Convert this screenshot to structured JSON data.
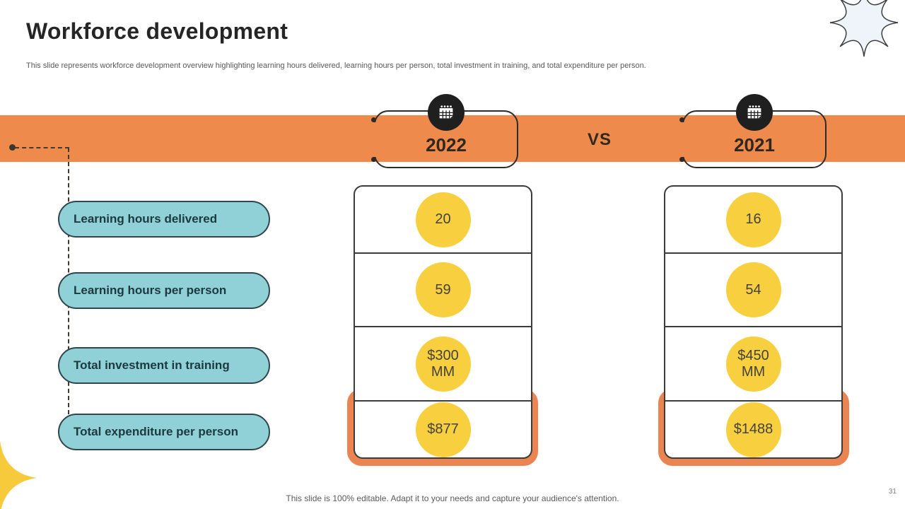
{
  "slide": {
    "title": "Workforce development",
    "subtitle": "This slide represents workforce development overview highlighting learning hours delivered, learning hours per person, total investment in training, and total expenditure per person.",
    "footer": "This slide is 100% editable. Adapt it to your needs and capture your audience's attention.",
    "page_number": "31"
  },
  "comparison": {
    "vs_label": "VS",
    "years": [
      {
        "label": "2022",
        "icon": "calendar-icon"
      },
      {
        "label": "2021",
        "icon": "calendar-icon"
      }
    ],
    "metrics": [
      {
        "label": "Learning hours delivered",
        "y2022": "20",
        "y2021": "16"
      },
      {
        "label": "Learning hours per person",
        "y2022": "59",
        "y2021": "54"
      },
      {
        "label": "Total investment in training",
        "y2022": "$300 MM",
        "y2021": "$450 MM"
      },
      {
        "label": "Total expenditure per person",
        "y2022": "$877",
        "y2021": "$1488"
      }
    ]
  },
  "colors": {
    "band_orange": "#ef8a4d",
    "bracket_orange": "#ea8450",
    "value_yellow": "#f8cf3e",
    "pill_teal": "#8fd1d6",
    "icon_circle_dark": "#1f1f1f"
  }
}
